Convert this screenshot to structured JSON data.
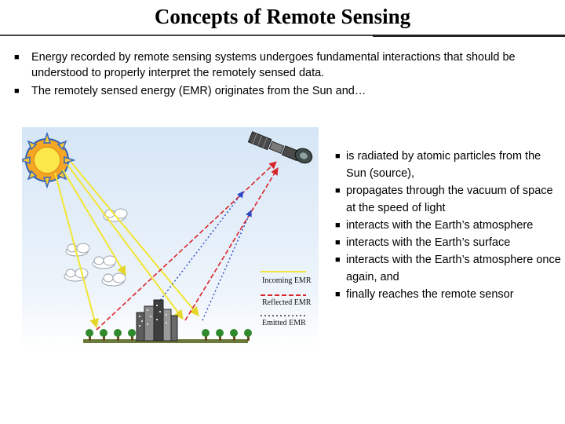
{
  "slide": {
    "title": "Concepts of Remote Sensing",
    "bullets": [
      "Energy recorded by remote sensing systems undergoes fundamental interactions that should be understood to properly interpret the remotely sensed data.",
      "The remotely sensed energy (EMR) originates from the Sun and…"
    ]
  },
  "diagram": {
    "legend": {
      "incoming": "Incoming EMR",
      "reflected": "Reflected EMR",
      "emitted": "Emitted EMR"
    },
    "colors": {
      "incoming": "#f4ea33",
      "reflected": "#d8252b",
      "emitted": "#2a46c7",
      "sun": "#f9d62e",
      "sky_top": "#d7e7f6"
    }
  },
  "steps": [
    "is radiated by atomic particles from the Sun (source),",
    "propagates through the vacuum of space at the speed of light",
    "interacts with the Earth’s atmosphere",
    "interacts with the Earth’s surface",
    "interacts with the Earth’s atmosphere once again, and",
    "finally reaches the remote sensor"
  ]
}
